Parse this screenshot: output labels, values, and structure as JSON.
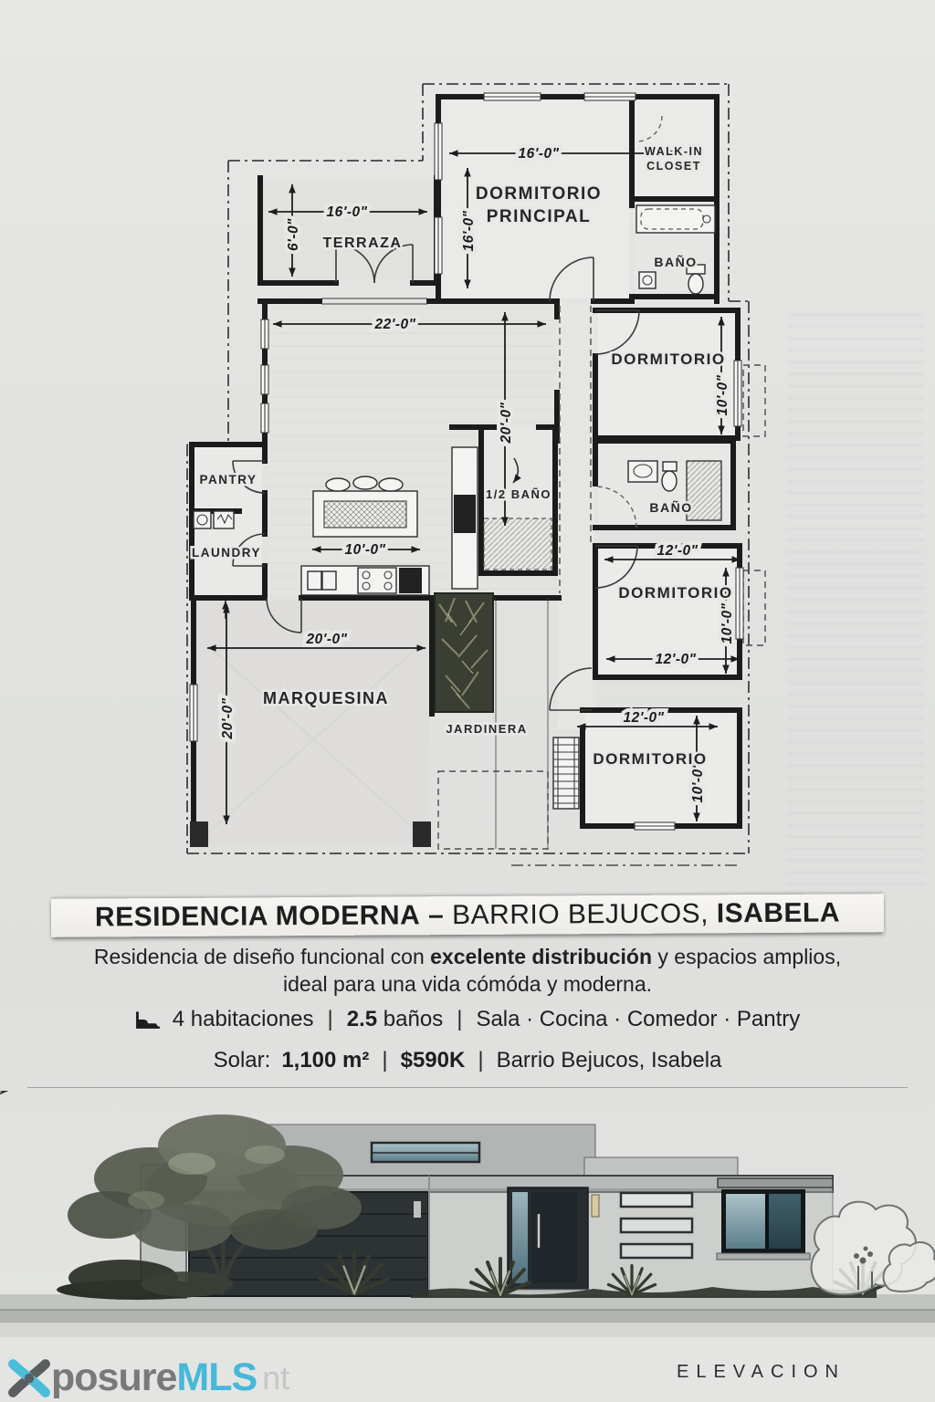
{
  "banner": {
    "title_strong_1": "RESIDENCIA MODERNA",
    "title_sep": " – ",
    "title_regular": "BARRIO BEJUCOS, ",
    "title_strong_2": "ISABELA"
  },
  "description": {
    "part1": "Residencia de diseño funcional con ",
    "bold": "excelente distribución",
    "part2": " y espacios amplios,",
    "line2": "ideal para una vida cómóda y moderna."
  },
  "features": {
    "bedrooms": "4 habitaciones",
    "baths_value": "2.5",
    "baths_label": " baños",
    "spaces": "Sala · Cocina · Comedor · Pantry",
    "separator": "|"
  },
  "listing": {
    "solar_label": "Solar:",
    "solar_value": "1,100 m²",
    "price": "$590K",
    "location": "Barrio Bejucos, Isabela",
    "separator": "|"
  },
  "elevation": {
    "caption": "ELEVACION"
  },
  "watermark": {
    "name_part1": "posure",
    "name_part2": "MLS",
    "ghost": "nt"
  },
  "icons": {
    "features_icon": "bed-icon",
    "watermark_icon": "xposure-butterfly-icon"
  },
  "colors": {
    "accent_cyan": "#41b7d8",
    "ink": "#1b1b1b",
    "paper": "#e3e4e2"
  },
  "plan": {
    "rooms": {
      "dormitorio_principal_line1": "DORMITORIO",
      "dormitorio_principal_line2": "PRINCIPAL",
      "walk_in_closet_line1": "WALK-IN",
      "walk_in_closet_line2": "CLOSET",
      "bano_principal": "BAÑO",
      "terraza": "TERRAZA",
      "dormitorio_2": "DORMITORIO",
      "bano_2": "BAÑO",
      "half_bano": "1/2 BAÑO",
      "pantry": "PANTRY",
      "laundry": "LAUNDRY",
      "dormitorio_3": "DORMITORIO",
      "dormitorio_4": "DORMITORIO",
      "marquesina": "MARQUESINA",
      "jardinera": "JARDINERA"
    },
    "dimensions": {
      "dormitorio_principal_width": "16'-0\"",
      "dormitorio_principal_depth": "16'-0\"",
      "terraza_width": "16'-0\"",
      "terraza_depth": "6'-0\"",
      "sala_width": "22'-0\"",
      "sala_depth": "20'-0\"",
      "cocina_island": "10'-0\"",
      "dormitorio_2_depth": "10'-0\"",
      "dormitorio_3_width_top": "12'-0\"",
      "dormitorio_3_depth": "10'-0\"",
      "dormitorio_3_width_bottom": "12'-0\"",
      "dormitorio_4_width": "12'-0\"",
      "dormitorio_4_depth": "10'-0\"",
      "marquesina_width": "20'-0\"",
      "marquesina_depth": "20'-0\""
    }
  }
}
